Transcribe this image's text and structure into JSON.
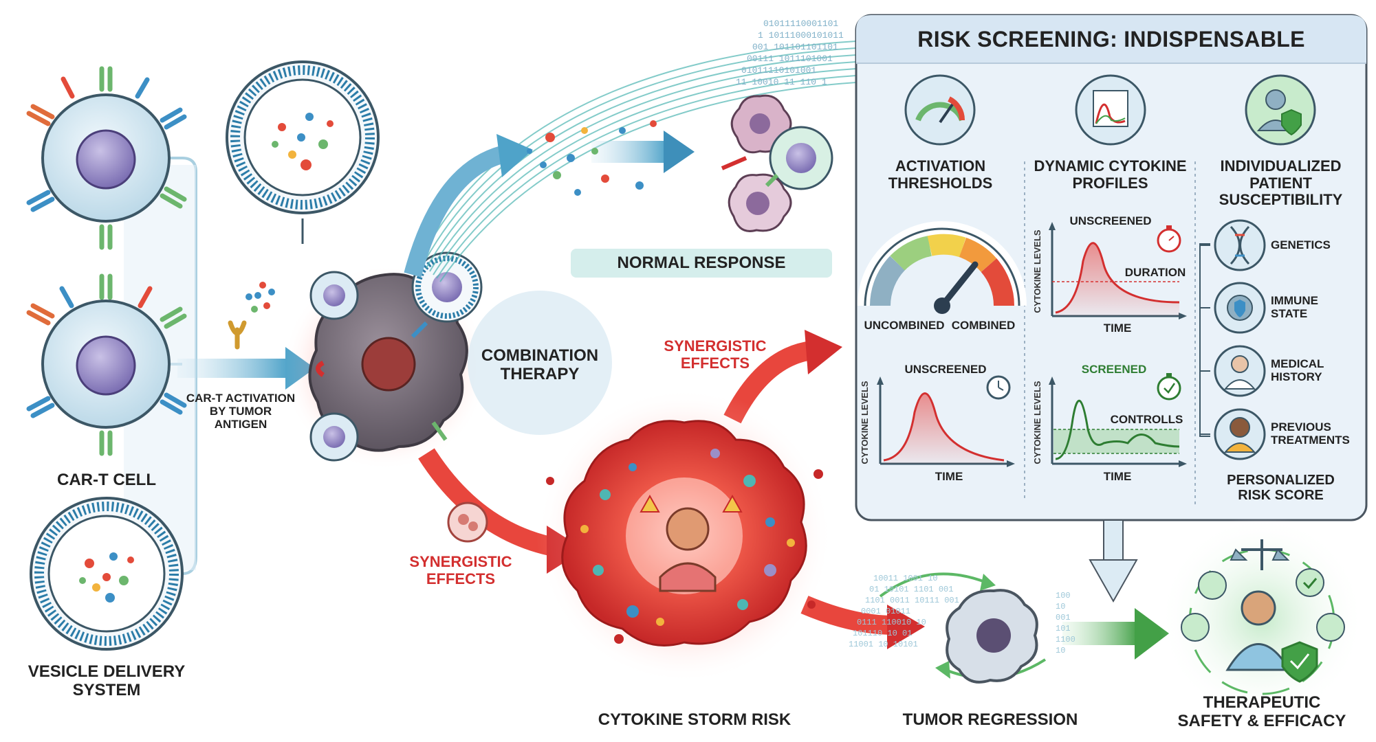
{
  "labels": {
    "car_t_cell": "CAR-T CELL",
    "vesicle_delivery": "VESICLE DELIVERY\nSYSTEM",
    "car_t_activation": "CAR-T ACTIVATION\nBY TUMOR\nANTIGEN",
    "combination_therapy": "COMBINATION\nTHERAPY",
    "normal_response": "NORMAL RESPONSE",
    "synergistic_effects_top": "SYNERGISTIC\nEFFECTS",
    "synergistic_effects_bottom": "SYNERGISTIC\nEFFECTS",
    "cytokine_storm_risk": "CYTOKINE STORM RISK",
    "tumor_regression": "TUMOR REGRESSION",
    "therapeutic_safety": "THERAPEUTIC\nSAFETY & EFFICACY"
  },
  "panel": {
    "title": "RISK SCREENING: INDISPENSABLE",
    "col1_title": "ACTIVATION\nTHRESHOLDS",
    "col2_title": "DYNAMIC CYTOKINE\nPROFILES",
    "col3_title": "INDIVIDUALIZED\nPATIENT\nSUSCEPTIBILITY",
    "gauge_arc_label": "ACTIVATION THRESHOLDS",
    "gauge_left": "UNCOMBINED",
    "gauge_right": "COMBINED",
    "chart1": {
      "title": "UNSCREENED",
      "xlabel": "TIME",
      "ylabel": "CYTOKINE LEVELS"
    },
    "chart2": {
      "title": "UNSCREENED",
      "annotation": "DURATION",
      "xlabel": "TIME",
      "ylabel": "CYTOKINE LEVELS"
    },
    "chart3": {
      "title": "SCREENED",
      "annotation": "CONTROLLS",
      "xlabel": "TIME",
      "ylabel": "CYTOKINE LEVELS"
    },
    "factors": [
      "GENETICS",
      "IMMUNE\nSTATE",
      "MEDICAL\nHISTORY",
      "PREVIOUS\nTREATMENTS"
    ],
    "risk_score": "PERSONALIZED\nRISK SCORE"
  },
  "binary_strings": {
    "top": [
      "01011110001101",
      "1 10111000101011",
      "001 101101101101",
      "00111 1011101001",
      "01011110101001",
      "11 10010 11 110 1"
    ],
    "bottom_left": [
      "10011 1001 10",
      "01 10101 1101 001",
      "1101 0011 10111 001",
      "0001 01011",
      "0111 110010 10",
      "101110 10 01",
      "11001 10 10101"
    ],
    "bottom_right": [
      "100",
      "10",
      "001",
      "101",
      "1100",
      "10"
    ]
  },
  "colors": {
    "red": "#d32f2f",
    "green": "#2e7d32",
    "teal": "#4fb6b3",
    "panel_bg": "#eaf2f9",
    "panel_header": "#d7e6f3",
    "panel_border": "#4a5560",
    "cell_blue": "#dcebf4",
    "nucleus_purple": "#9b8fc7"
  },
  "icons": [
    "speedometer-icon",
    "cytokine-chart-icon",
    "patient-shield-icon",
    "dna-icon",
    "immune-cell-icon",
    "doctor-icon",
    "patient-woman-icon",
    "stopwatch-icon",
    "clock-icon",
    "warning-icon",
    "balance-scale-icon",
    "shield-check-icon",
    "thumbs-up-icon"
  ]
}
